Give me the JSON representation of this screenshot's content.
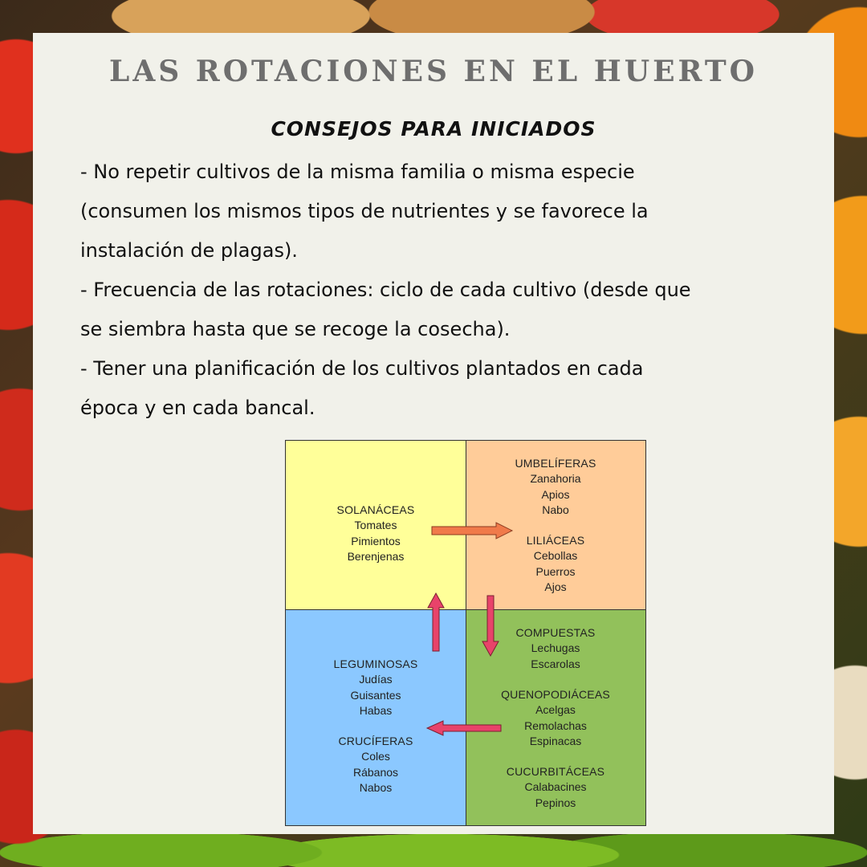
{
  "title": "LAS ROTACIONES EN EL HUERTO",
  "subtitle": "CONSEJOS PARA INICIADOS",
  "tips": [
    "- No repetir cultivos de la misma familia o misma especie",
    "(consumen los mismos tipos de nutrientes y se favorece la",
    "instalación de plagas).",
    "- Frecuencia de las rotaciones: ciclo de cada cultivo (desde que",
    "se siembra hasta que se recoge la cosecha).",
    "- Tener una planificación de los cultivos plantados en cada",
    "época y en cada bancal."
  ],
  "diagram": {
    "solanaceas": {
      "family": "SOLANÁCEAS",
      "items": [
        "Tomates",
        "Pimientos",
        "Berenjenas"
      ]
    },
    "umbeliferas": {
      "family": "UMBELÍFERAS",
      "items": [
        "Zanahoria",
        "Apios",
        "Nabo"
      ]
    },
    "liliaceas": {
      "family": "LILIÁCEAS",
      "items": [
        "Cebollas",
        "Puerros",
        "Ajos"
      ]
    },
    "compuestas": {
      "family": "COMPUESTAS",
      "items": [
        "Lechugas",
        "Escarolas"
      ]
    },
    "quenopodiaceas": {
      "family": "QUENOPODIÁCEAS",
      "items": [
        "Acelgas",
        "Remolachas",
        "Espinacas"
      ]
    },
    "cucurbitaceas": {
      "family": "CUCURBITÁCEAS",
      "items": [
        "Calabacines",
        "Pepinos"
      ]
    },
    "leguminosas": {
      "family": "LEGUMINOSAS",
      "items": [
        "Judías",
        "Guisantes",
        "Habas"
      ]
    },
    "cruciferas": {
      "family": "CRUCÍFERAS",
      "items": [
        "Coles",
        "Rábanos",
        "Nabos"
      ]
    },
    "colors": {
      "yellow": "#ffff99",
      "orange": "#ffcc99",
      "blue": "#8bc8ff",
      "green": "#92c15b",
      "arrow_orange": "#f07a4a",
      "arrow_pink": "#e8436a"
    }
  }
}
